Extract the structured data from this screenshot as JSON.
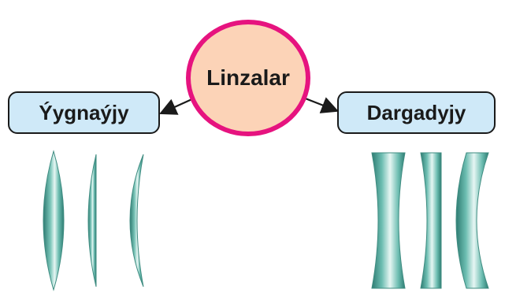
{
  "center": {
    "label": "Linzalar"
  },
  "branches": [
    {
      "label": "Ýygnaýjy",
      "lens_type": "converging"
    },
    {
      "label": "Dargadyjy",
      "lens_type": "diverging"
    }
  ],
  "colors": {
    "center_fill": "#fcd3b7",
    "center_border": "#e6137f",
    "box_fill": "#cfe9f8",
    "box_border": "#1a1a1a",
    "lens_dark": "#2e7c72",
    "lens_mid": "#6cbdb1",
    "lens_light": "#e6f6f3"
  }
}
